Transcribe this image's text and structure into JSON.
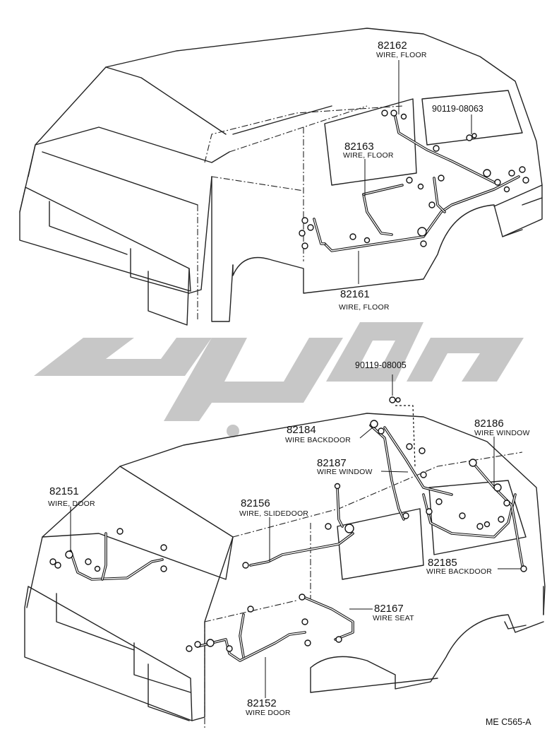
{
  "labels": {
    "top_82162": {
      "number": "82162",
      "name": "WIRE, FLOOR"
    },
    "top_90119_08063": {
      "number": "90119-08063"
    },
    "top_82163": {
      "number": "82163",
      "name": "WIRE, FLOOR"
    },
    "top_82161": {
      "number": "82161",
      "name": "WIRE, FLOOR"
    },
    "bot_90119_08005": {
      "number": "90119-08005"
    },
    "bot_82184": {
      "number": "82184",
      "name": "WIRE BACKDOOR"
    },
    "bot_82186": {
      "number": "82186",
      "name": "WIRE WINDOW"
    },
    "bot_82187": {
      "number": "82187",
      "name": "WIRE WINDOW"
    },
    "bot_82151": {
      "number": "82151",
      "name": "WIRE, DOOR"
    },
    "bot_82156": {
      "number": "82156",
      "name": "WIRE, SLIDEDOOR"
    },
    "bot_82185": {
      "number": "82185",
      "name": "WIRE BACKDOOR"
    },
    "bot_82167": {
      "number": "82167",
      "name": "WIRE SEAT"
    },
    "bot_82152": {
      "number": "82152",
      "name": "WIRE DOOR"
    }
  },
  "figure_code": "ME C565-A",
  "colors": {
    "line": "#222222",
    "watermark": "#c7c7c7",
    "background": "#ffffff"
  }
}
